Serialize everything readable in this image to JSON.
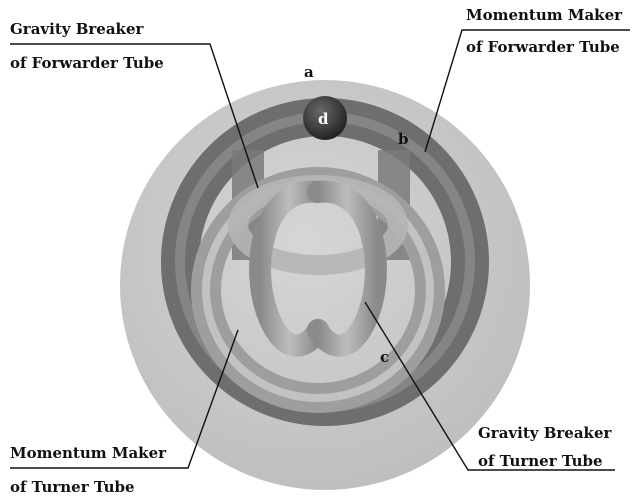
{
  "labels": {
    "top_left": {
      "line1": "Gravity Breaker",
      "line2": "of Forwarder Tube"
    },
    "top_right": {
      "line1": "Momentum Maker",
      "line2": "of Forwarder Tube"
    },
    "bottom_left": {
      "line1": "Momentum Maker",
      "line2": "of Turner Tube"
    },
    "bottom_right": {
      "line1": "Gravity Breaker",
      "line2": "of Turner Tube"
    }
  },
  "parts": {
    "a": "a",
    "b": "b",
    "c": "c",
    "d": "d"
  },
  "colors": {
    "outer_sphere": "#c9c9c9",
    "forwarder_torus": "#6e6e6e",
    "turner_torus": "#a8a8a8",
    "ball": "#3a3a3a"
  }
}
